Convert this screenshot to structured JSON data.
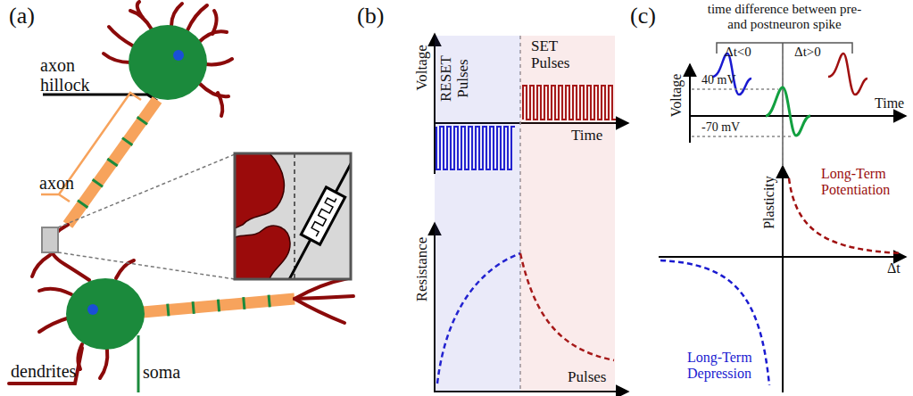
{
  "diagram": {
    "nodes": [
      {
        "text": [
          "RESET Pulses"
        ]
      },
      {
        "text": [
          "SET Pulses"
        ]
      }
    ],
    "labels": [
      "(a)",
      "axon hillock",
      "axon",
      "dendrites",
      "soma",
      "(b)",
      "Voltage",
      "Time",
      "Resistance",
      "Pulses",
      "(c)",
      "time difference between pre- and postneuron spike",
      "Δt<0",
      "Δt>0",
      "40 mV",
      "-70 mV",
      "Voltage",
      "Time",
      "Plasticity",
      "Long-Term Potentiation",
      "Δt",
      "Long-Term Depression"
    ]
  }
}
